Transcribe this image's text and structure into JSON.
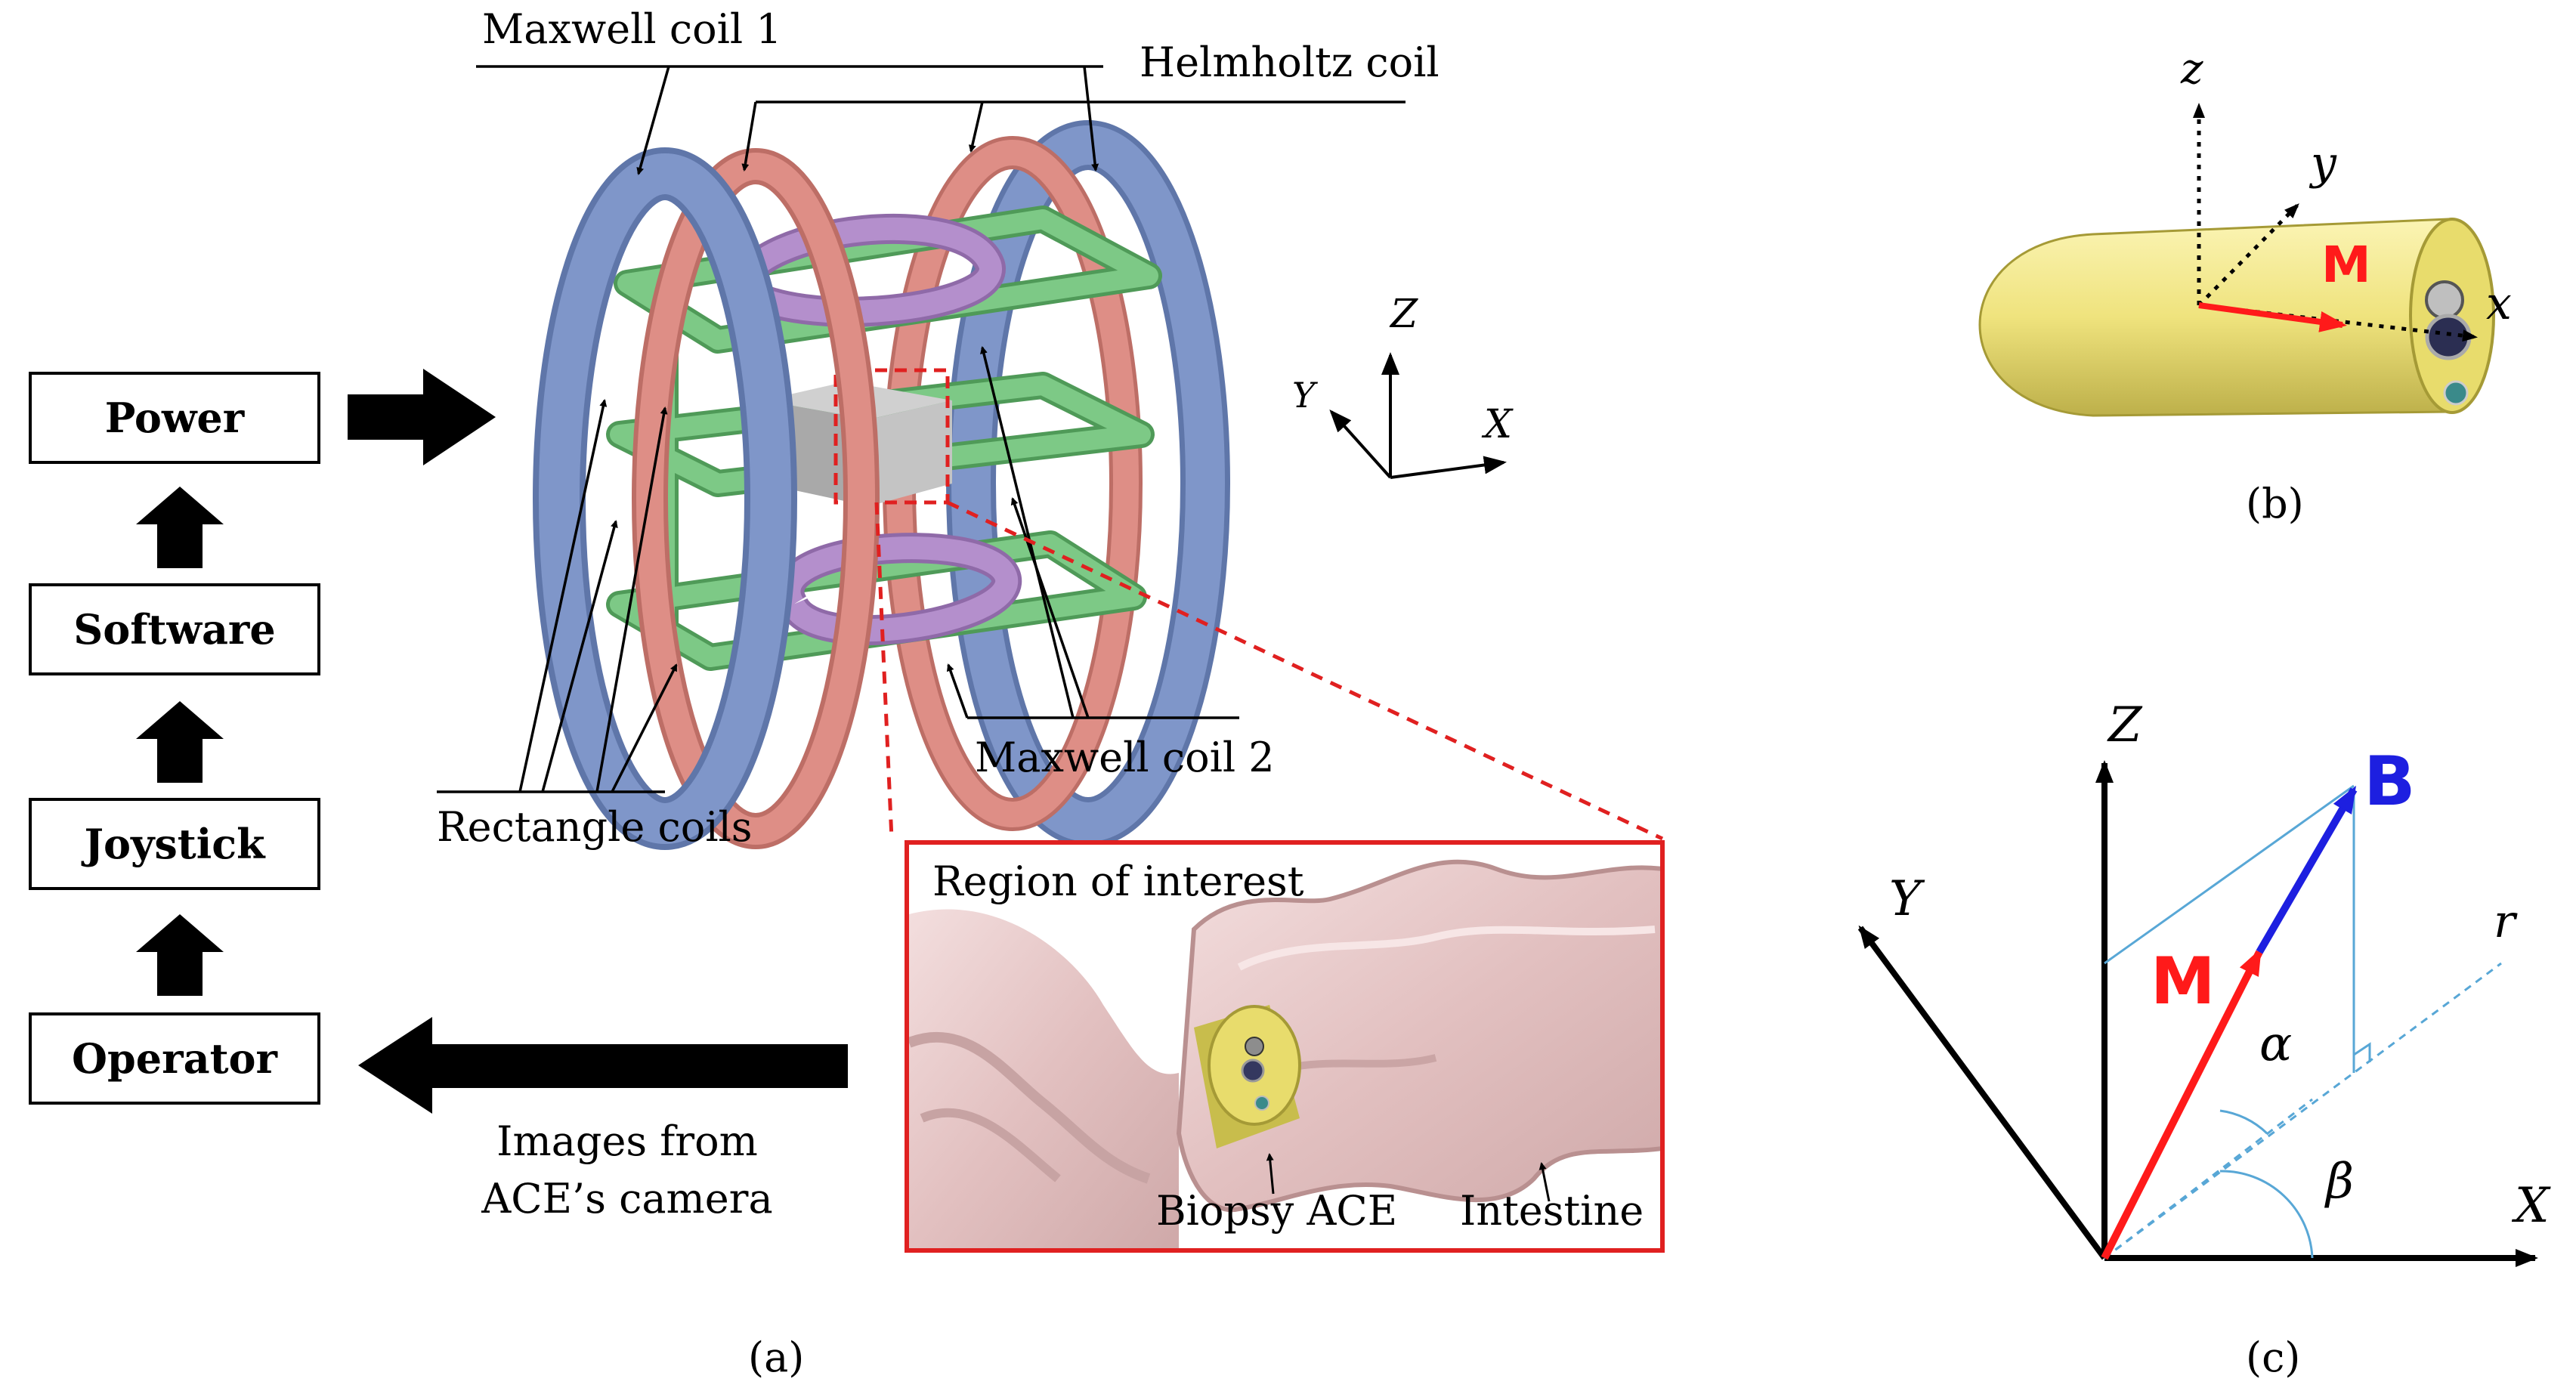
{
  "flow": {
    "power": "Power",
    "software": "Software",
    "joystick": "Joystick",
    "operator": "Operator",
    "images_line1": "Images from",
    "images_line2": "ACE’s camera"
  },
  "labels": {
    "maxwell1": "Maxwell coil 1",
    "helmholtz": "Helmholtz coil",
    "maxwell2": "Maxwell coil 2",
    "rect_coils": "Rectangle coils",
    "roi": "Region of interest",
    "biopsy_ace": "Biopsy ACE",
    "intestine": "Intestine"
  },
  "axes_a": {
    "Z": "Z",
    "Y": "Y",
    "X": "X"
  },
  "axes_b": {
    "z": "z",
    "y": "y",
    "x": "x",
    "M": "M"
  },
  "axes_c": {
    "Z": "Z",
    "Y": "Y",
    "X": "X",
    "B": "B",
    "M": "M",
    "r": "r",
    "alpha": "α",
    "beta": "β"
  },
  "captions": {
    "a": "(a)",
    "b": "(b)",
    "c": "(c)"
  },
  "colors": {
    "maxwell_coil": "#7f96c9",
    "helmholtz_coil": "#de8e86",
    "rectangle_coil": "#7dc986",
    "maxwell_inner": "#b48fcc",
    "capsule": "#efe37d",
    "intestine": "#e9cccc",
    "magnetization": "#ff1a1a",
    "field": "#1d1fe0",
    "roi_border": "#e02020"
  }
}
